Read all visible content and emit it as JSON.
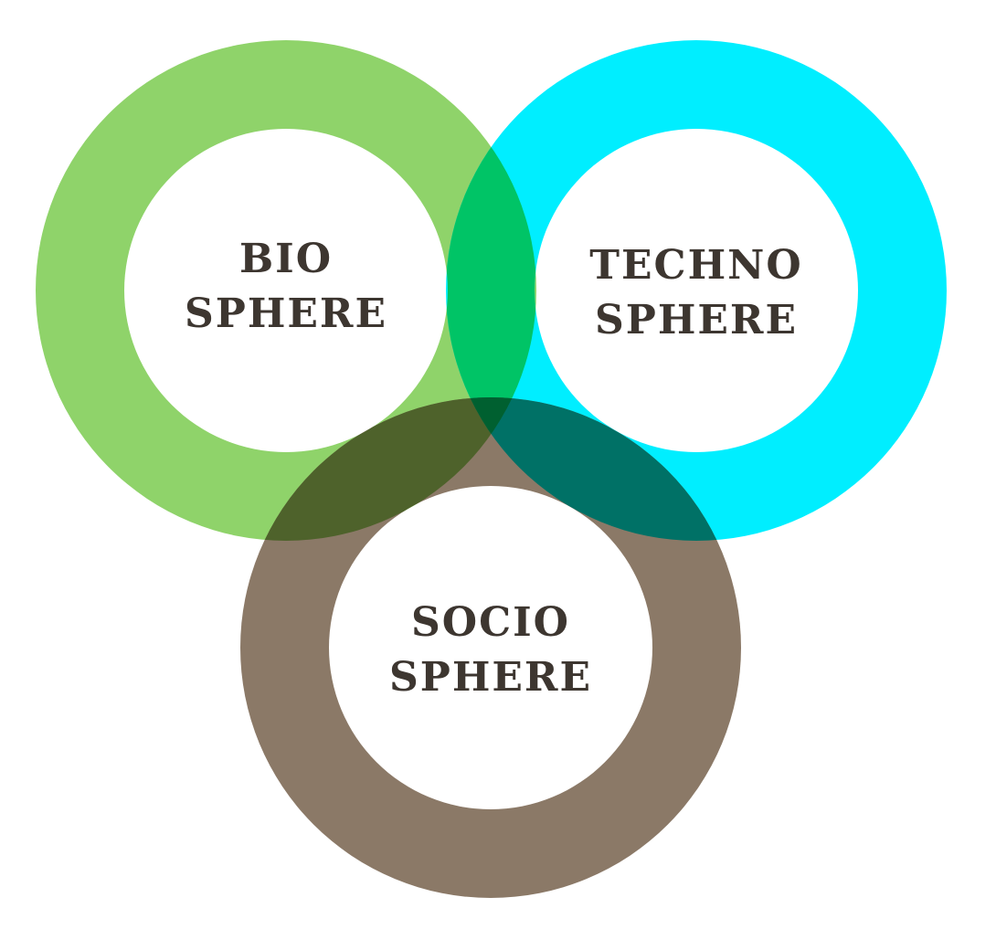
{
  "colors": {
    "background": "#ffffff",
    "label_text": "#3d3630",
    "bio_ring": "#8fd36a",
    "techno_ring": "#00eeff",
    "socio_ring": "#8b7967",
    "bio_techno_overlap": "#00c466",
    "bio_socio_overlap": "#4e622b",
    "techno_socio_overlap": "#007166",
    "triple_overlap": "#006030"
  },
  "spheres": {
    "bio": {
      "line1": "BIO",
      "line2": "SPHERE"
    },
    "techno": {
      "line1": "TECHNO",
      "line2": "SPHERE"
    },
    "socio": {
      "line1": "SOCIO",
      "line2": "SPHERE"
    }
  }
}
